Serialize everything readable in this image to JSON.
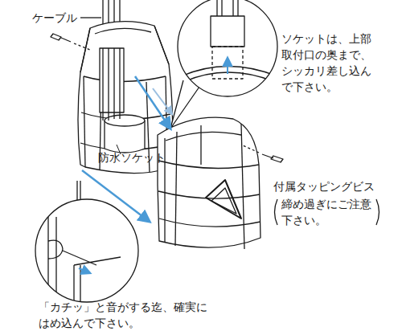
{
  "diagram": {
    "labels": [
      "ケーブル",
      "ソケットは、上部 取付口の奥まで、 シッカリ差し込ん で下さい。",
      "防水ソケット",
      "付属タッピングビス",
      "締め過ぎにご注意 下さい。",
      "「カチッ」と音がする迄、確実に はめ込んで下さい。"
    ]
  }
}
